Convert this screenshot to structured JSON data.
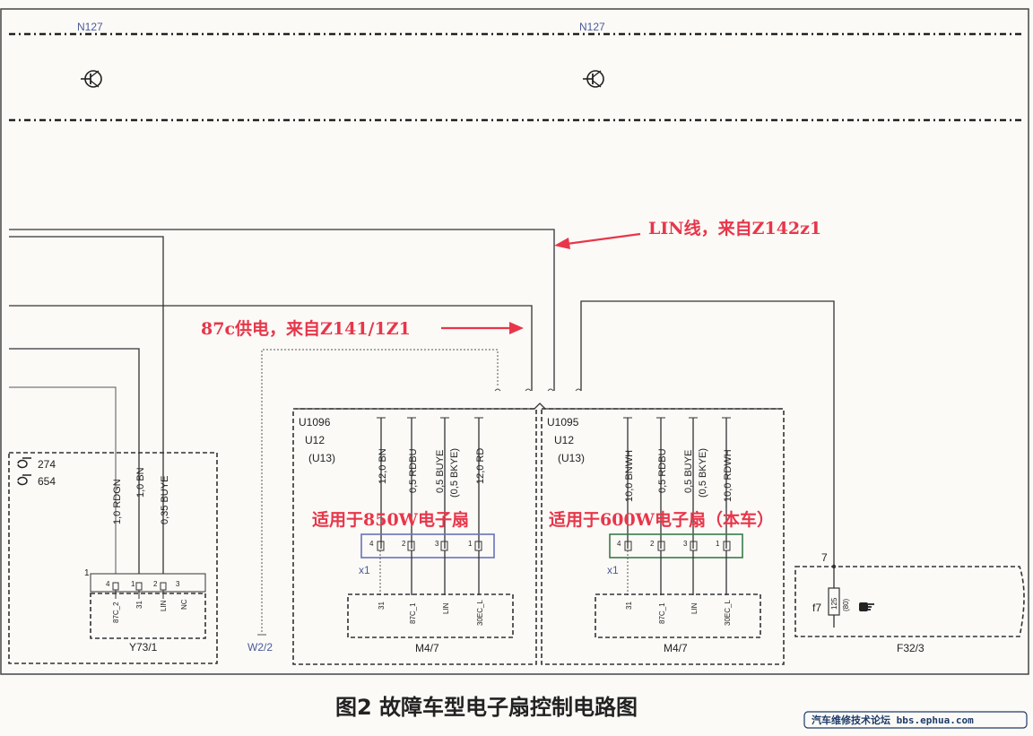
{
  "modules": {
    "n127_left": "N127",
    "n127_right": "N127"
  },
  "connector_left": {
    "ref_1": "274",
    "ref_2": "654",
    "pin_label": "1",
    "pins": [
      "4",
      "1",
      "2",
      "3"
    ],
    "signals": [
      "87C_2",
      "31",
      "LIN",
      "NC"
    ],
    "wires": [
      "1,0 RDGN",
      "1,0 BN",
      "0,35 BUYE"
    ],
    "name": "Y73/1"
  },
  "ground_ref": "W2/2",
  "fan_850": {
    "ids": [
      "U1096",
      "U12",
      "(U13)"
    ],
    "wires": [
      "12,0 BN",
      "0,5 RDBU",
      "0,5 BUYE",
      "(0,5 BKYE)",
      "12,0 RD"
    ],
    "pins": [
      "4",
      "2",
      "3",
      "1"
    ],
    "x_label": "x1",
    "signals": [
      "31",
      "87C_1",
      "LIN",
      "30EC_L"
    ],
    "name": "M4/7",
    "annotation": "适用于850W电子扇"
  },
  "fan_600": {
    "ids": [
      "U1095",
      "U12",
      "(U13)"
    ],
    "wires": [
      "10,0 BNWH",
      "0,5 RDBU",
      "0,5 BUYE",
      "(0,5 BKYE)",
      "10,0 RDWH"
    ],
    "pins": [
      "4",
      "2",
      "3",
      "1"
    ],
    "x_label": "x1",
    "signals": [
      "31",
      "87C_1",
      "LIN",
      "30EC_L"
    ],
    "name": "M4/7",
    "annotation": "适用于600W电子扇（本车）"
  },
  "fuse": {
    "pin": "7",
    "label": "f7",
    "rating": "125",
    "sub": "(80)",
    "name": "F32/3"
  },
  "annotations": {
    "lin": "LIN线，来自Z142z1",
    "power": "87c供电，来自Z141/1Z1"
  },
  "caption": "图2 故障车型电子扇控制电路图",
  "watermark": "汽车维修技术论坛 bbs.ephua.com",
  "colors": {
    "annotation_red": "#e8364a",
    "connector_blue": "#6a72b8",
    "connector_green": "#3a7a4a"
  }
}
